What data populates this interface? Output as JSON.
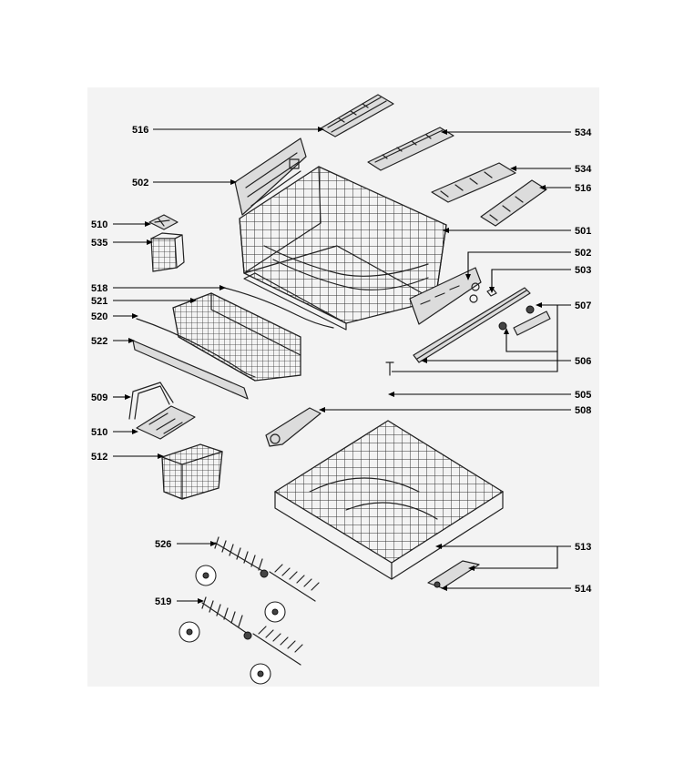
{
  "callouts": {
    "c516a": "516",
    "c534a": "534",
    "c502a": "502",
    "c534b": "534",
    "c516b": "516",
    "c510a": "510",
    "c501": "501",
    "c535": "535",
    "c502b": "502",
    "c503": "503",
    "c518": "518",
    "c521": "521",
    "c507": "507",
    "c520": "520",
    "c522": "522",
    "c506": "506",
    "c509": "509",
    "c505": "505",
    "c508": "508",
    "c510b": "510",
    "c512": "512",
    "c526": "526",
    "c513": "513",
    "c514": "514",
    "c519": "519"
  }
}
